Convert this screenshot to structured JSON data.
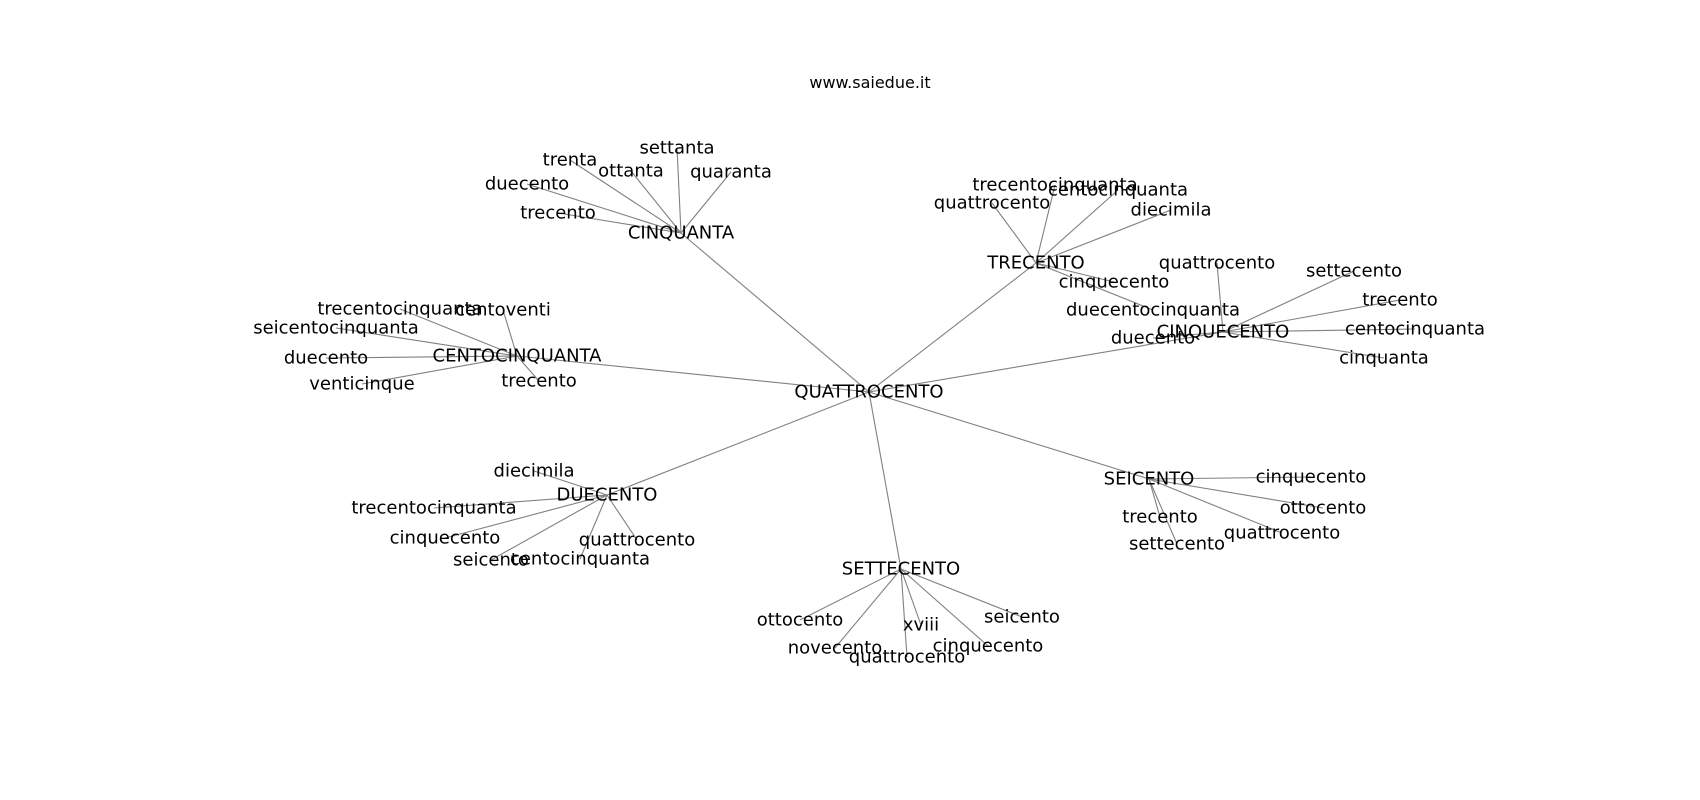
{
  "header": {
    "site": "www.saiedue.it"
  },
  "graph": {
    "center": "QUATTROCENTO",
    "hubs": [
      {
        "label": "CINQUANTA",
        "leaves": [
          "settanta",
          "trenta",
          "ottanta",
          "quaranta",
          "duecento",
          "trecento"
        ]
      },
      {
        "label": "TRECENTO",
        "leaves": [
          "trecentocinquanta",
          "centocinquanta",
          "quattrocento",
          "diecimila",
          "cinquecento",
          "duecentocinquanta"
        ]
      },
      {
        "label": "CINQUECENTO",
        "leaves": [
          "quattrocento",
          "settecento",
          "trecento",
          "centocinquanta",
          "cinquanta",
          "duecento"
        ]
      },
      {
        "label": "CENTOCINQUANTA",
        "leaves": [
          "trecentocinquanta",
          "centoventi",
          "seicentocinquanta",
          "duecento",
          "venticinque",
          "trecento"
        ]
      },
      {
        "label": "DUECENTO",
        "leaves": [
          "diecimila",
          "trecentocinquanta",
          "cinquecento",
          "quattrocento",
          "seicento",
          "centocinquanta"
        ]
      },
      {
        "label": "SETTECENTO",
        "leaves": [
          "ottocento",
          "seicento",
          "xviii",
          "novecento",
          "cinquecento",
          "quattrocento"
        ]
      },
      {
        "label": "SEICENTO",
        "leaves": [
          "cinquecento",
          "ottocento",
          "quattrocento",
          "trecento",
          "settecento"
        ]
      }
    ]
  }
}
